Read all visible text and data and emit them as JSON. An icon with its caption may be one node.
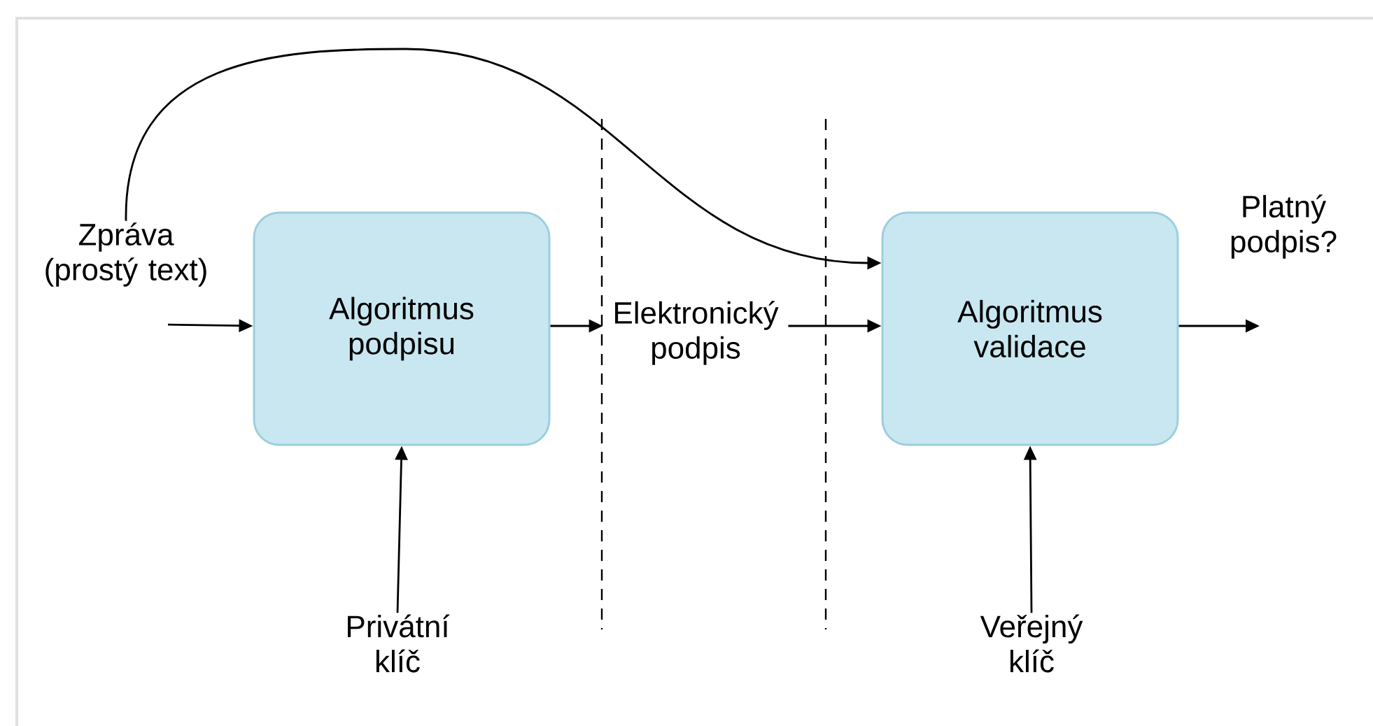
{
  "diagram": {
    "nodes": [
      {
        "text": [
          "Zpráva (prostý text)"
        ]
      },
      {
        "text": [
          "Algoritmus podpisu"
        ]
      },
      {
        "text": [
          "Elektronický podpis"
        ]
      },
      {
        "text": [
          "Algoritmus validace"
        ]
      },
      {
        "text": [
          "Platný podpis?"
        ]
      },
      {
        "text": [
          "Privátní klíč"
        ]
      },
      {
        "text": [
          "Veřejný klíč"
        ]
      }
    ],
    "edges": [
      {
        "from": 0,
        "to": 1,
        "arrow": "to"
      },
      {
        "from": 1,
        "to": 2,
        "arrow": "to"
      },
      {
        "from": 2,
        "to": 3,
        "arrow": "to"
      },
      {
        "from": 0,
        "to": 3,
        "arrow": "to"
      },
      {
        "from": 3,
        "to": 4,
        "arrow": "to"
      },
      {
        "from": 5,
        "to": 1,
        "arrow": "to"
      },
      {
        "from": 6,
        "to": 3,
        "arrow": "to"
      }
    ]
  }
}
